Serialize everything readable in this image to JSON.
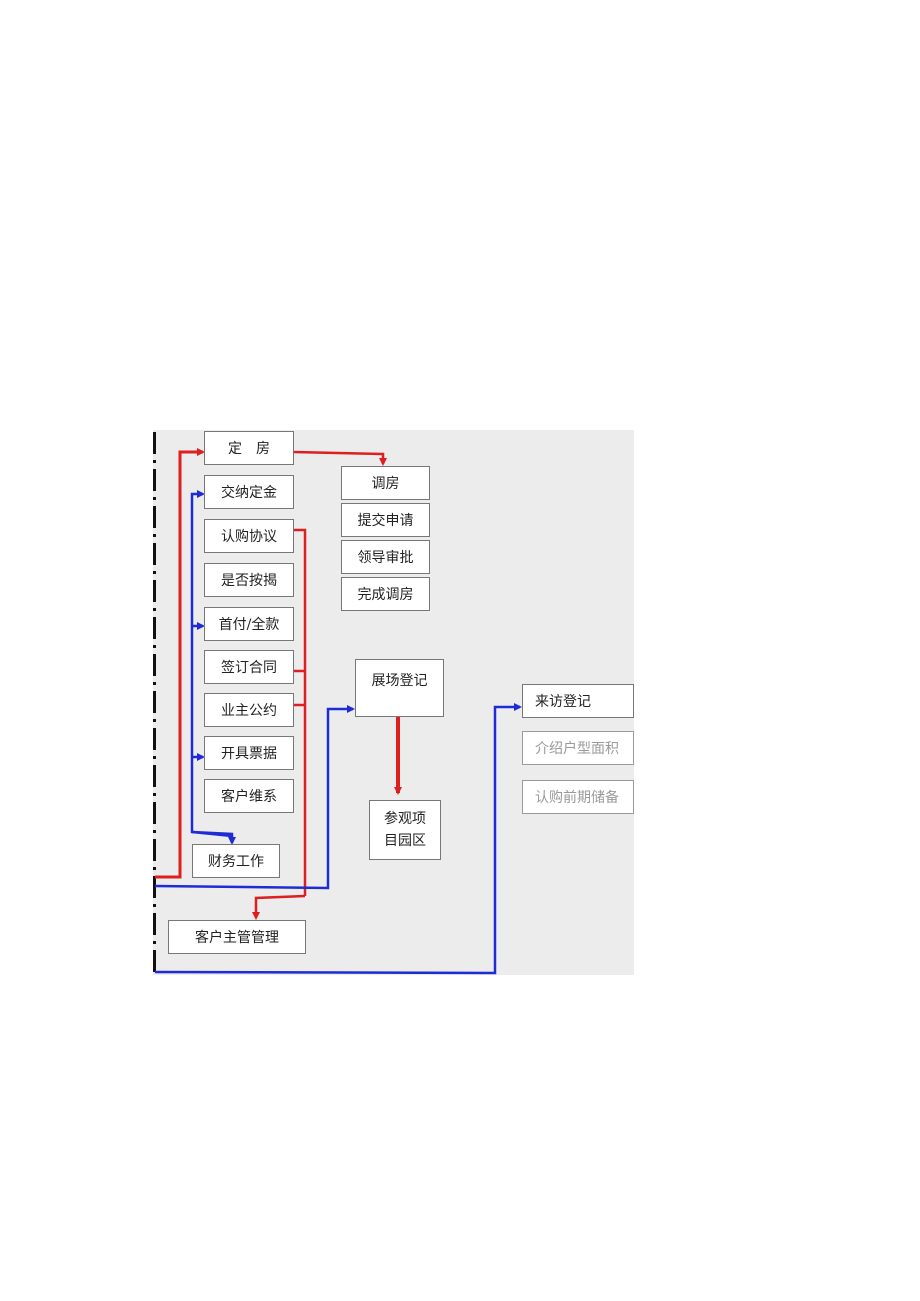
{
  "diagram": {
    "colors": {
      "red": "#dd1f1f",
      "blue": "#1f2bd4",
      "panel": "#ececec"
    },
    "boxes": {
      "dingfang": "定　房",
      "jiaona_dingjin": "交纳定金",
      "rengou_xieyi": "认购协议",
      "shifou_anjie": "是否按揭",
      "shoufu_quankuan": "首付/全款",
      "qianding_hetong": "签订合同",
      "yezhu_gongyue": "业主公约",
      "kaiju_piaoju": "开具票据",
      "kehu_weixi": "客户维系",
      "caiwu_gongzuo": "财务工作",
      "kehu_zhuguan_guanli": "客户主管管理",
      "tiaofang": "调房",
      "tijiao_shenqing": "提交申请",
      "lingdao_shenpi": "领导审批",
      "wancheng_tiaofang": "完成调房",
      "zhanchang_dengji": "展场登记",
      "canguan_line1": "参观项",
      "canguan_line2": "目园区",
      "laifang_dengji": "来访登记",
      "jieshao_huxing": "介绍户型面积",
      "rengou_qianqi": "认购前期储备"
    }
  }
}
